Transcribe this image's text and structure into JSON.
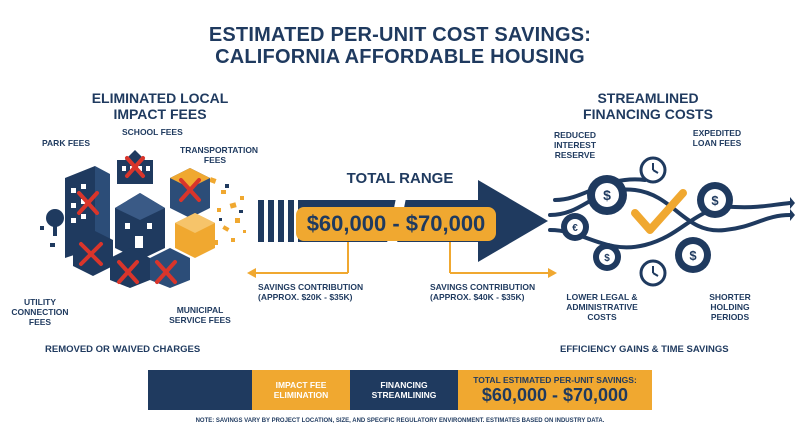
{
  "title_line1": "ESTIMATED PER-UNIT COST SAVINGS:",
  "title_line2": "CALIFORNIA AFFORDABLE HOUSING",
  "left": {
    "heading_line1": "ELIMINATED LOCAL",
    "heading_line2": "IMPACT FEES",
    "labels": {
      "park": "PARK FEES",
      "school": "SCHOOL FEES",
      "transport_line1": "TRANSPORTATION",
      "transport_line2": "FEES",
      "utility_line1": "UTILITY",
      "utility_line2": "CONNECTION",
      "utility_line3": "FEES",
      "municipal_line1": "MUNICIPAL",
      "municipal_line2": "SERVICE FEES"
    },
    "footer": "REMOVED OR WAIVED CHARGES"
  },
  "center": {
    "total_range_label": "TOTAL RANGE",
    "range_value": "$60,000 - $70,000",
    "contrib_left_line1": "SAVINGS CONTRIBUTION",
    "contrib_left_line2": "(APPROX. $20K - $35K)",
    "contrib_right_line1": "SAVINGS CONTRIBUTION",
    "contrib_right_line2": "(APPROX. $40K - $35K)"
  },
  "right": {
    "heading_line1": "STREAMLINED",
    "heading_line2": "FINANCING COSTS",
    "labels": {
      "reserve_line1": "REDUCED",
      "reserve_line2": "INTEREST",
      "reserve_line3": "RESERVE",
      "loan_line1": "EXPEDITED",
      "loan_line2": "LOAN FEES",
      "legal_line1": "LOWER LEGAL &",
      "legal_line2": "ADMINISTRATIVE",
      "legal_line3": "COSTS",
      "holding_line1": "SHORTER",
      "holding_line2": "HOLDING",
      "holding_line3": "PERIODS"
    },
    "footer": "EFFICIENCY GAINS & TIME SAVINGS"
  },
  "summary_bar": {
    "impact_line1": "IMPACT FEE",
    "impact_line2": "ELIMINATION",
    "financing_line1": "FINANCING",
    "financing_line2": "STREAMLINING",
    "total_label": "TOTAL ESTIMATED PER-UNIT SAVINGS:",
    "total_value": "$60,000 - $70,000"
  },
  "note": "NOTE: SAVINGS VARY BY PROJECT LOCATION, SIZE, AND SPECIFIC REGULATORY ENVIRONMENT. ESTIMATES BASED ON INDUSTRY DATA.",
  "colors": {
    "navy": "#1f3a5f",
    "orange": "#f0a830",
    "red": "#d9352b",
    "white": "#ffffff"
  }
}
